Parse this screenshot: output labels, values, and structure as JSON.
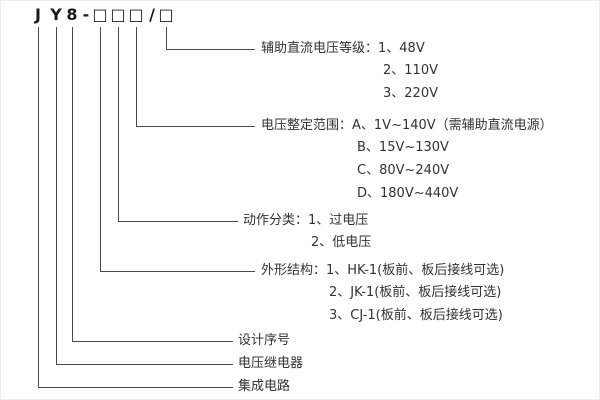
{
  "model": {
    "chars": [
      "J",
      "Y",
      "8",
      "-",
      "□",
      "□",
      "□",
      "/",
      "□"
    ]
  },
  "annotations": {
    "aux": {
      "label": "辅助直流电压等级：",
      "options": [
        "1、48V",
        "2、110V",
        "3、220V"
      ]
    },
    "range": {
      "label": "电压整定范围：",
      "options": [
        "A、1V~140V（需辅助直流电源）",
        "B、15V~130V",
        "C、80V~240V",
        "D、180V~440V"
      ]
    },
    "action": {
      "label": "动作分类：",
      "options": [
        "1、过电压",
        "2、低电压"
      ]
    },
    "shape": {
      "label": "外形结构：",
      "options": [
        "1、HK-1(板前、板后接线可选)",
        "2、JK-1(板前、板后接线可选)",
        "3、CJ-1(板前、板后接线可选)"
      ]
    },
    "design": {
      "label": "设计序号"
    },
    "relay": {
      "label": "电压继电器"
    },
    "ic": {
      "label": "集成电路"
    }
  }
}
